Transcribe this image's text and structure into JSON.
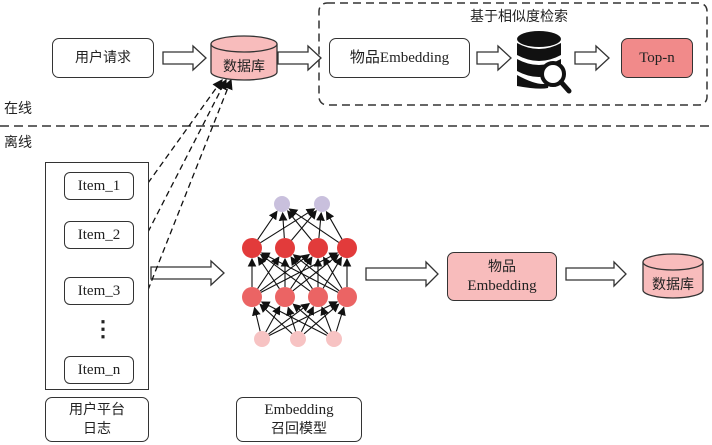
{
  "sections": {
    "online": "在线",
    "offline": "离线"
  },
  "online": {
    "user_request": "用户请求",
    "database": "数据库",
    "similarity_group_title": "基于相似度检索",
    "item_embedding": "物品Embedding",
    "search_icon": "database-search-icon",
    "topn": "Top-n"
  },
  "offline": {
    "items": [
      "Item_1",
      "Item_2",
      "Item_3",
      "Item_n"
    ],
    "ellipsis": "⋮",
    "log_label_line1": "用户平台",
    "log_label_line2": "日志",
    "model_label_line1": "Embedding",
    "model_label_line2": "召回模型",
    "item_embedding_line1": "物品",
    "item_embedding_line2": "Embedding",
    "database": "数据库"
  },
  "colors": {
    "db_fill": "#f8bcbc",
    "topn_fill": "#f18a8a",
    "layer_top": "#c9c0dd",
    "layer_h2": "#e23b3b",
    "layer_h1": "#eb6464",
    "layer_input": "#f7c3c3"
  }
}
